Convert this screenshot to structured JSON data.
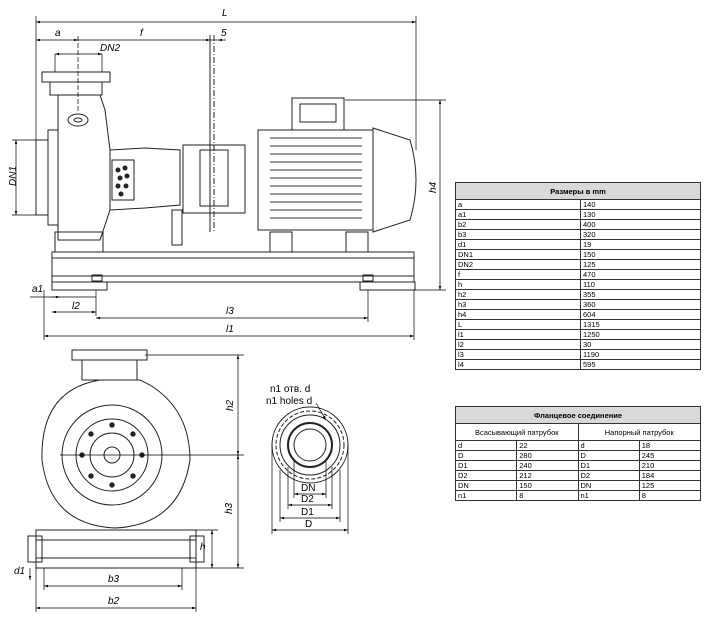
{
  "labels": {
    "L": "L",
    "a": "a",
    "f": "f",
    "s": "5",
    "DN2": "DN2",
    "DN1": "DN1",
    "h4": "h4",
    "a1": "a1",
    "l2": "l2",
    "l3": "l3",
    "l1": "l1",
    "h2": "h2",
    "h3": "h3",
    "h": "h",
    "d1": "d1",
    "b3": "b3",
    "b2": "b2",
    "holes_ru": "n1 отв. d",
    "holes_en": "n1 holes d",
    "DN": "DN",
    "D2": "D2",
    "D1": "D1",
    "D": "D"
  },
  "dims_table": {
    "title": "Размеры в mm",
    "rows": [
      [
        "a",
        "140"
      ],
      [
        "a1",
        "130"
      ],
      [
        "b2",
        "400"
      ],
      [
        "b3",
        "320"
      ],
      [
        "d1",
        "19"
      ],
      [
        "DN1",
        "150"
      ],
      [
        "DN2",
        "125"
      ],
      [
        "f",
        "470"
      ],
      [
        "h",
        "110"
      ],
      [
        "h2",
        "355"
      ],
      [
        "h3",
        "360"
      ],
      [
        "h4",
        "604"
      ],
      [
        "L",
        "1315"
      ],
      [
        "l1",
        "1250"
      ],
      [
        "l2",
        "30"
      ],
      [
        "l3",
        "1190"
      ],
      [
        "l4",
        "595"
      ]
    ]
  },
  "flange_table": {
    "title": "Фланцевое соединение",
    "suction": "Всасывающий патрубок",
    "discharge": "Напорный патрубок",
    "rows": [
      [
        "d",
        "22",
        "d",
        "18"
      ],
      [
        "D",
        "280",
        "D",
        "245"
      ],
      [
        "D1",
        "240",
        "D1",
        "210"
      ],
      [
        "D2",
        "212",
        "D2",
        "184"
      ],
      [
        "DN",
        "150",
        "DN",
        "125"
      ],
      [
        "n1",
        "8",
        "n1",
        "8"
      ]
    ]
  }
}
